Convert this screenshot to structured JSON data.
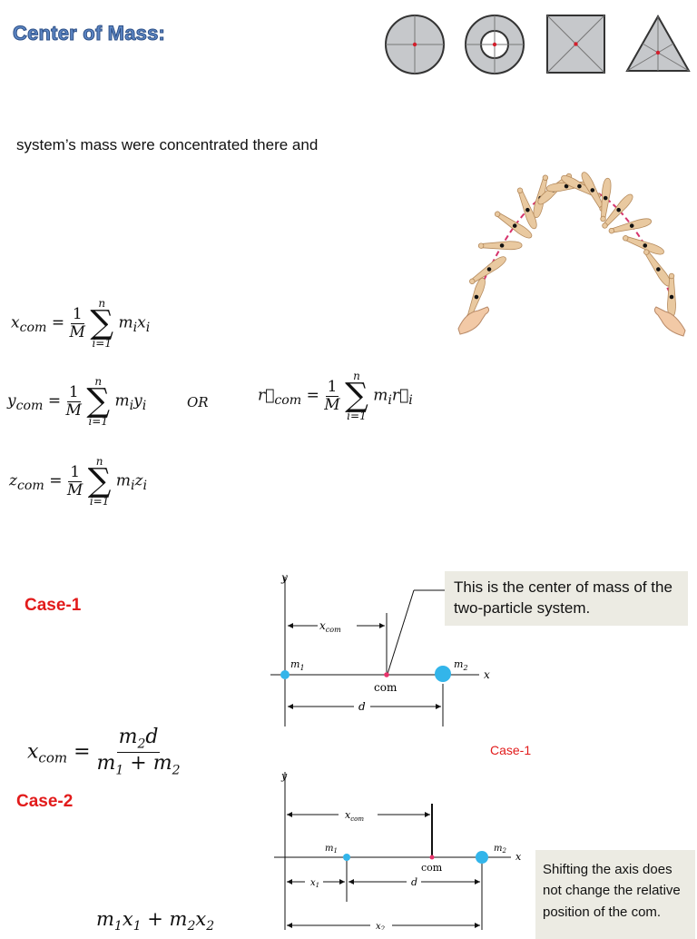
{
  "title": "Center of Mass:",
  "intro": "system’s mass were concentrated there and",
  "equations": {
    "x_lhs": "x",
    "y_lhs": "y",
    "z_lhs": "z",
    "com_sub": "com",
    "one": "1",
    "M": "M",
    "upper": "n",
    "lower": "i=1",
    "x_term": "m",
    "or": "OR"
  },
  "case1": {
    "label": "Case-1",
    "caption": "Case-1",
    "callout": "This is the center of mass of the two-particle system.",
    "labels": {
      "y": "y",
      "x": "x",
      "xcom": "x",
      "com_sub": "com",
      "com": "com",
      "d": "d",
      "m1": "m",
      "m2": "m"
    }
  },
  "case2": {
    "label": "Case-2",
    "callout": "Shifting the axis does not change the relative position of the com.",
    "labels": {
      "y": "y",
      "x": "x",
      "xcom": "x",
      "com": "com",
      "d": "d",
      "x1": "x",
      "x2": "x",
      "m1": "m",
      "m2": "m"
    }
  },
  "colors": {
    "title": "#5d86c4",
    "case": "#e21b1b",
    "particle": "#33b5ea",
    "com_dot": "#e8336b",
    "arc": "#d6336c",
    "bat": "#e9c9a0"
  }
}
